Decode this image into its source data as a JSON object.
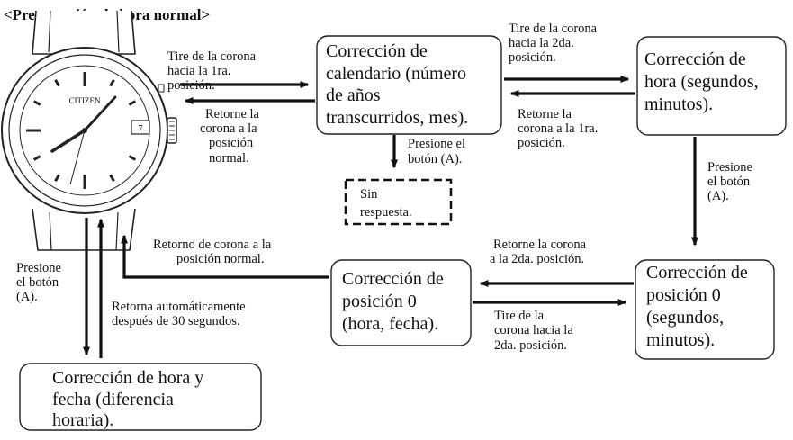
{
  "header": {
    "heading": "<Presentación de hora normal>"
  },
  "watch": {
    "brand": "CITIZEN",
    "date": "7"
  },
  "boxes": {
    "calendar": [
      "Corrección de",
      "calendario (número",
      "de años",
      "transcurridos, mes)."
    ],
    "hora": [
      "Corrección de",
      "hora (segundos,",
      "minutos)."
    ],
    "sin": [
      "Sin",
      "respuesta."
    ],
    "pos0_min": [
      "Corrección de",
      "posición 0",
      "(segundos,",
      "minutos)."
    ],
    "pos0_hora": [
      "Corrección de",
      "posición 0",
      "(hora, fecha)."
    ],
    "diff": [
      "Corrección de hora y",
      "fecha (diferencia",
      "horaria)."
    ]
  },
  "labels": {
    "pull1": [
      "Tire de la corona",
      "hacia la 1ra.",
      "posición."
    ],
    "return_normal": [
      "Retorne la",
      "corona a la",
      "posición",
      "normal."
    ],
    "pull2": [
      "Tire de la corona",
      "hacia la 2da.",
      "posición."
    ],
    "return1": [
      "Retorne la",
      "corona a la 1ra.",
      "posición."
    ],
    "press_cal": [
      "Presione el",
      "botón (A)."
    ],
    "press_hora": [
      "Presione",
      "el botón",
      "(A)."
    ],
    "return2": [
      "Retorne la corona",
      "a la 2da. posición."
    ],
    "pull2b": [
      "Tire de la",
      "corona hacia la",
      "2da. posición."
    ],
    "crown_return": [
      "Retorno de corona a la",
      "posición normal."
    ],
    "auto_return": [
      "Retorna automáticamente",
      "después de 30 segundos."
    ],
    "press_left": [
      "Presione",
      "el botón",
      "(A)."
    ]
  }
}
